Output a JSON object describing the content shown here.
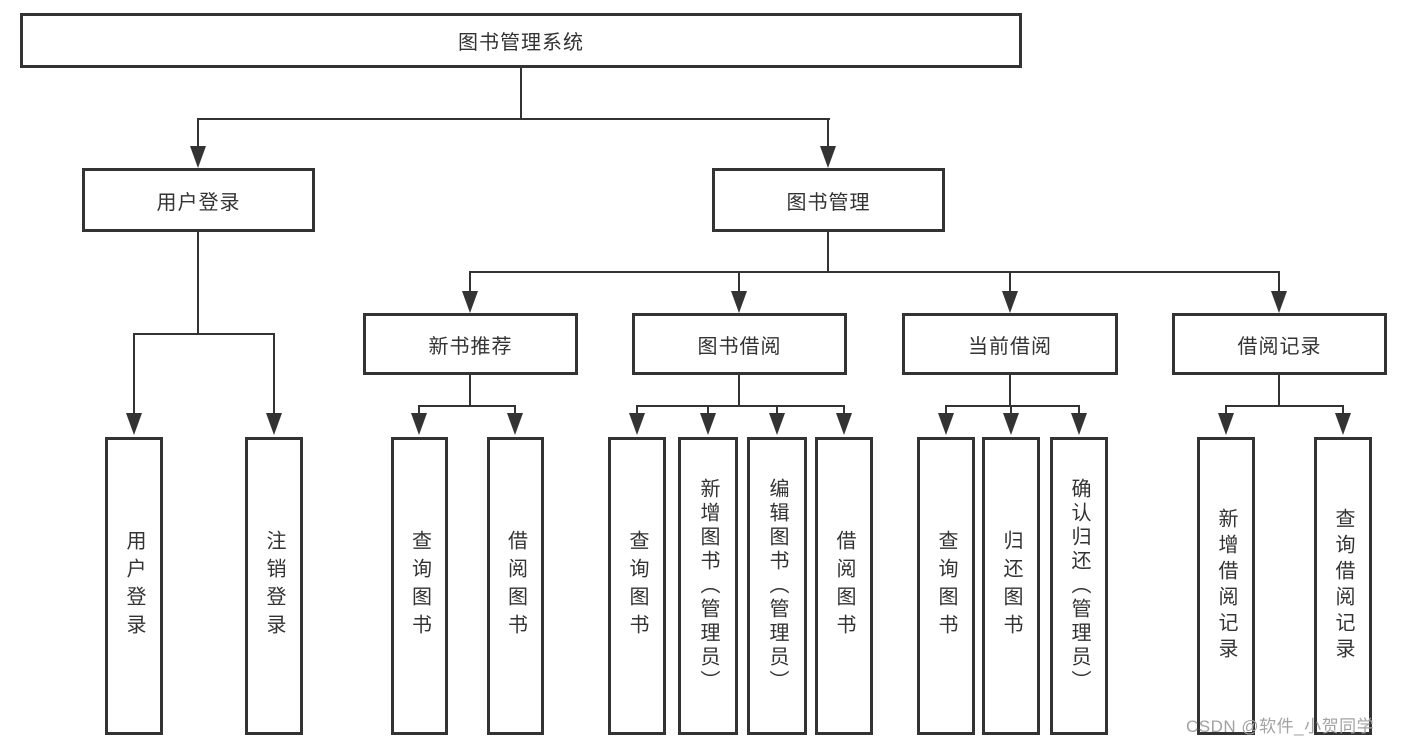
{
  "tree": {
    "label": "图书管理系统",
    "children": [
      {
        "label": "用户登录",
        "children": [
          {
            "label": "用户登录"
          },
          {
            "label": "注销登录"
          }
        ]
      },
      {
        "label": "图书管理",
        "children": [
          {
            "label": "新书推荐",
            "children": [
              {
                "label": "查询图书"
              },
              {
                "label": "借阅图书"
              }
            ]
          },
          {
            "label": "图书借阅",
            "children": [
              {
                "label": "查询图书"
              },
              {
                "label": "新增图书（管理员）"
              },
              {
                "label": "编辑图书（管理员）"
              },
              {
                "label": "借阅图书"
              }
            ]
          },
          {
            "label": "当前借阅",
            "children": [
              {
                "label": "查询图书"
              },
              {
                "label": "归还图书"
              },
              {
                "label": "确认归还（管理员）"
              }
            ]
          },
          {
            "label": "借阅记录",
            "children": [
              {
                "label": "新增借阅记录"
              },
              {
                "label": "查询借阅记录"
              }
            ]
          }
        ]
      }
    ]
  },
  "watermark": {
    "text": "CSDN @软件_小贺同学"
  },
  "icons": {
    "arrow_down": "▼"
  },
  "colors": {
    "line": "#333333",
    "text": "#333333",
    "box_background": "#ffffff",
    "page_background": "#ffffff",
    "watermark": "#a3a3a3"
  }
}
